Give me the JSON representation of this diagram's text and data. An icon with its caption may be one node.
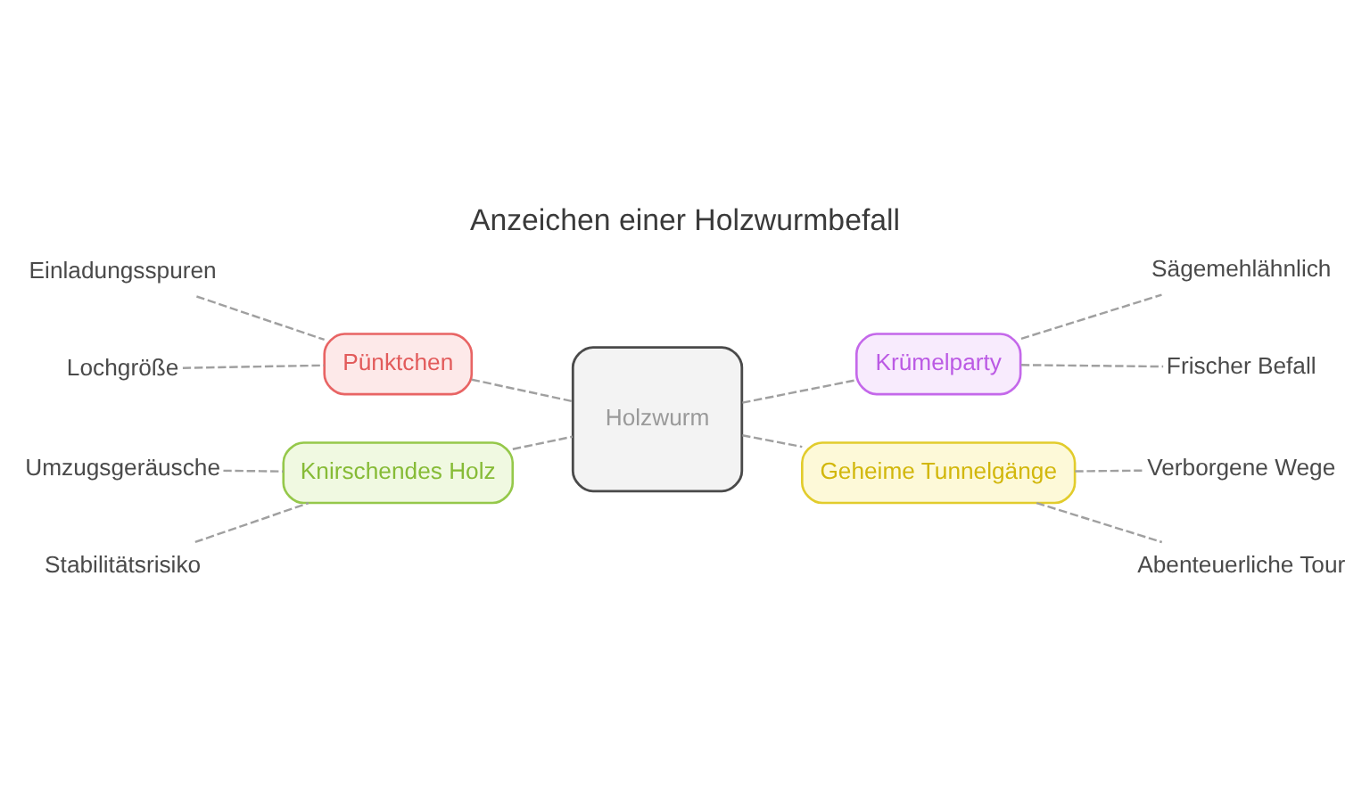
{
  "diagram": {
    "title": "Anzeichen einer Holzwurmbefall",
    "nodes": [
      {
        "text": [
          "Pünktchen"
        ]
      },
      {
        "text": [
          "Einladungsspuren"
        ]
      },
      {
        "text": [
          "Lochgröße"
        ]
      },
      {
        "text": [
          "Krümelparty"
        ]
      },
      {
        "text": [
          "Sägemehlähnlich"
        ]
      },
      {
        "text": [
          "Frischer Befall"
        ]
      },
      {
        "text": [
          "Holzwurm"
        ]
      },
      {
        "text": [
          "Knirschendes Holz"
        ]
      },
      {
        "text": [
          "Umzugsgeräusche"
        ]
      },
      {
        "text": [
          "Stabilitätsrisiko"
        ]
      },
      {
        "text": [
          "Geheime Tunnelgänge"
        ]
      },
      {
        "text": [
          "Verborgene Wege"
        ]
      },
      {
        "text": [
          "Abenteuerliche Tour"
        ]
      }
    ],
    "edges": [
      {
        "from": 0,
        "to": 6,
        "arrow": "none",
        "style": "dashed"
      },
      {
        "from": 1,
        "to": 0,
        "arrow": "none",
        "style": "dashed"
      },
      {
        "from": 2,
        "to": 0,
        "arrow": "none",
        "style": "dashed"
      },
      {
        "from": 6,
        "to": 3,
        "arrow": "none",
        "style": "dashed"
      },
      {
        "from": 3,
        "to": 4,
        "arrow": "none",
        "style": "dashed"
      },
      {
        "from": 3,
        "to": 5,
        "arrow": "none",
        "style": "dashed"
      },
      {
        "from": 7,
        "to": 6,
        "arrow": "none",
        "style": "dashed"
      },
      {
        "from": 8,
        "to": 7,
        "arrow": "none",
        "style": "dashed"
      },
      {
        "from": 9,
        "to": 7,
        "arrow": "none",
        "style": "dashed"
      },
      {
        "from": 6,
        "to": 10,
        "arrow": "none",
        "style": "dashed"
      },
      {
        "from": 10,
        "to": 11,
        "arrow": "none",
        "style": "dashed"
      },
      {
        "from": 10,
        "to": 12,
        "arrow": "none",
        "style": "dashed"
      }
    ]
  }
}
